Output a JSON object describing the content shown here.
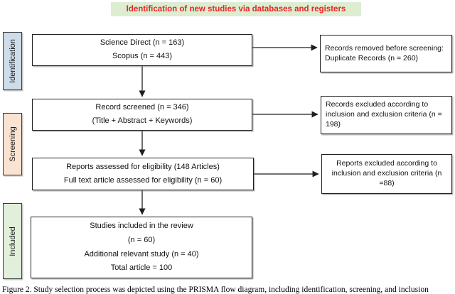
{
  "banner": {
    "label": "Identification of new studies via databases and registers"
  },
  "stages": [
    {
      "label": "Identification"
    },
    {
      "label": "Screening"
    },
    {
      "label": "Included"
    }
  ],
  "flow": {
    "box1": {
      "lines": [
        "Science Direct (n = 163)",
        "Scopus (n = 443)"
      ]
    },
    "box2": {
      "lines": [
        "Record screened (n = 346)",
        "(Title + Abstract + Keywords)"
      ]
    },
    "box3": {
      "lines": [
        "Reports assessed for eligibility (148 Articles)",
        "Full text article assessed for eligibility (n = 60)"
      ]
    },
    "box4": {
      "lines": [
        "Studies included in the review",
        "(n = 60)",
        "Additional relevant study (n = 40)",
        "Total article = 100"
      ]
    },
    "side1": {
      "text": "Records removed before screening: Duplicate Records (n = 260)"
    },
    "side2": {
      "text": "Records excluded according to inclusion and exclusion criteria (n = 198)"
    },
    "side3": {
      "text": "Reports excluded according to inclusion and exclusion criteria (n =88)"
    }
  },
  "caption": "Figure 2. Study selection process was depicted using the PRISMA flow diagram, including identification, screening, and inclusion",
  "colors": {
    "banner_bg": "#dcedd2",
    "banner_text": "#ea2420",
    "stage_identification_bg": "#cfdcea",
    "stage_screening_bg": "#fbe3d2",
    "stage_included_bg": "#e2efda",
    "box_border": "#1f1f1f",
    "arrow": "#1f1f1f"
  }
}
